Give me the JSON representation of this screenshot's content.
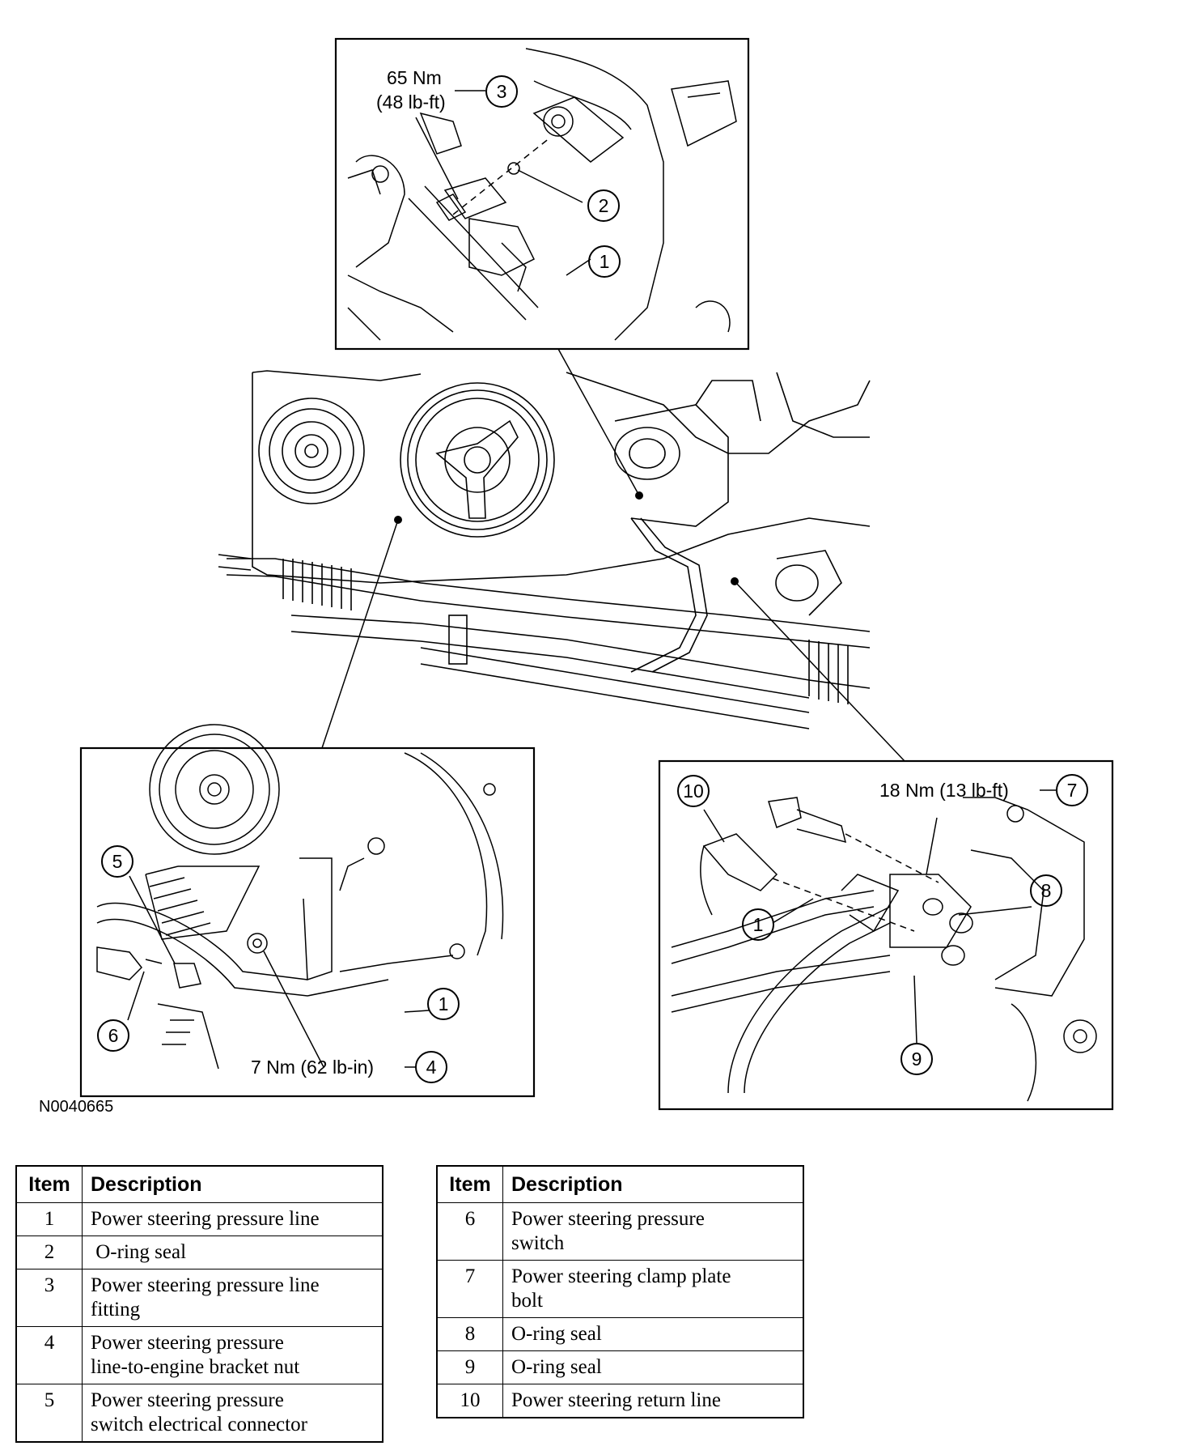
{
  "figure_id": "N0040665",
  "callouts": {
    "top": {
      "torque_nm": "65 Nm",
      "torque_lbft": "(48 lb-ft)",
      "items": [
        "3",
        "2",
        "1"
      ]
    },
    "bottom_left": {
      "torque": "7 Nm (62 lb-in)",
      "items": [
        "5",
        "6",
        "1",
        "4"
      ]
    },
    "bottom_right": {
      "torque": "18 Nm (13 lb-ft)",
      "items": [
        "10",
        "7",
        "1",
        "8",
        "9"
      ]
    }
  },
  "legend_left": {
    "header_item": "Item",
    "header_desc": "Description",
    "rows": [
      {
        "item": "1",
        "desc_lines": [
          "Power steering pressure line"
        ]
      },
      {
        "item": "2",
        "desc_lines": [
          " O-ring seal"
        ]
      },
      {
        "item": "3",
        "desc_lines": [
          "Power steering pressure line",
          "fitting"
        ]
      },
      {
        "item": "4",
        "desc_lines": [
          "Power steering pressure",
          "line-to-engine bracket nut"
        ]
      },
      {
        "item": "5",
        "desc_lines": [
          "Power steering pressure",
          "switch electrical connector"
        ]
      }
    ]
  },
  "legend_right": {
    "header_item": "Item",
    "header_desc": "Description",
    "rows": [
      {
        "item": "6",
        "desc_lines": [
          "Power steering pressure",
          "switch"
        ]
      },
      {
        "item": "7",
        "desc_lines": [
          "Power steering clamp plate",
          "bolt"
        ]
      },
      {
        "item": "8",
        "desc_lines": [
          "O-ring seal"
        ]
      },
      {
        "item": "9",
        "desc_lines": [
          "O-ring seal"
        ]
      },
      {
        "item": "10",
        "desc_lines": [
          "Power steering return line"
        ]
      }
    ]
  }
}
